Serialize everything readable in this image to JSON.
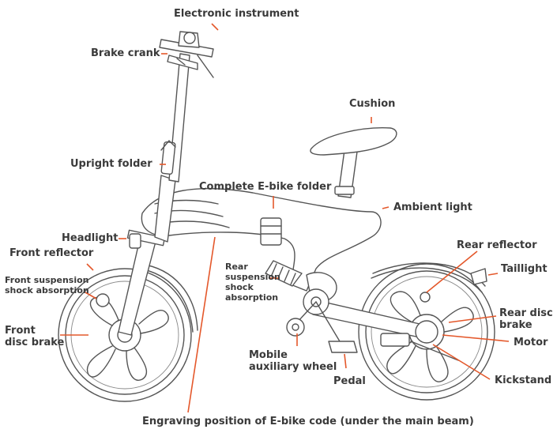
{
  "accent_color": "#e4582b",
  "text_color": "#3a3a3a",
  "labels": {
    "electronic_instrument": "Electronic instrument",
    "brake_crank": "Brake crank",
    "cushion": "Cushion",
    "upright_folder": "Upright folder",
    "complete_folder": "Complete E-bike folder",
    "ambient_light": "Ambient light",
    "headlight": "Headlight",
    "front_reflector": "Front reflector",
    "rear_reflector": "Rear reflector",
    "front_suspension": "Front suspension\nshock absorption",
    "rear_suspension": "Rear\nsuspension\nshock\nabsorption",
    "taillight": "Taillight",
    "front_disc_brake": "Front\ndisc brake",
    "rear_disc_brake": "Rear disc\nbrake",
    "motor": "Motor",
    "mobile_wheel": "Mobile\nauxiliary wheel",
    "kickstand": "Kickstand",
    "pedal": "Pedal",
    "engraving": "Engraving position of E-bike code (under the main beam)"
  }
}
